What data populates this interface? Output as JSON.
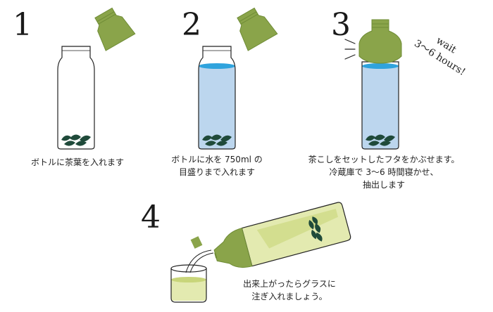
{
  "steps": [
    {
      "number": "1",
      "caption_lines": [
        "ボトルに茶葉を入れます"
      ]
    },
    {
      "number": "2",
      "caption_lines": [
        "ボトルに水を 750ml の",
        "目盛りまで入れます"
      ]
    },
    {
      "number": "3",
      "caption_lines": [
        "茶こしをセットしたフタをかぶせます。",
        "冷蔵庫で 3～6 時間寝かせ、",
        "抽出します"
      ],
      "note_lines": [
        "wait",
        "3～6 hours!"
      ]
    },
    {
      "number": "4",
      "caption_lines": [
        "出来上がったらグラスに",
        "注ぎ入れましょう。"
      ]
    }
  ],
  "colors": {
    "cap_green": "#8aa44a",
    "cap_green_dark": "#6f8c36",
    "water_blue": "#bcd6ee",
    "water_top": "#2fa3dd",
    "leaf_dark": "#1f4a3a",
    "tea_green": "#e3eab0",
    "tea_green_deep": "#c8d57a",
    "outline": "#222222"
  }
}
